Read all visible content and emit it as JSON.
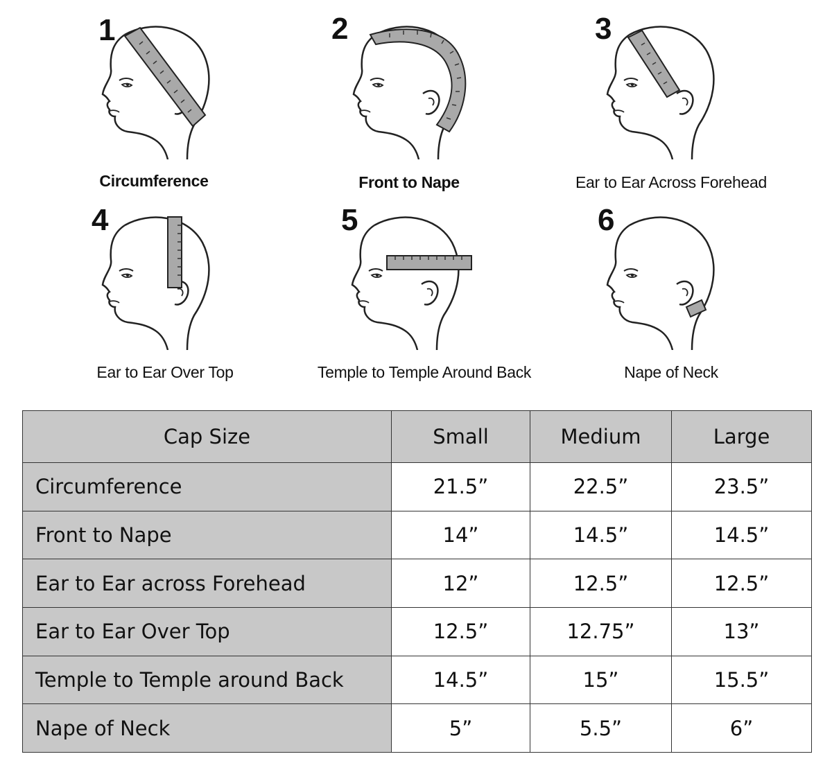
{
  "diagrams": [
    {
      "number": "1",
      "caption": "Circumference"
    },
    {
      "number": "2",
      "caption": "Front to Nape"
    },
    {
      "number": "3",
      "caption": "Ear to Ear Across Forehead"
    },
    {
      "number": "4",
      "caption": "Ear to Ear Over Top"
    },
    {
      "number": "5",
      "caption": "Temple to Temple Around Back"
    },
    {
      "number": "6",
      "caption": "Nape of Neck"
    }
  ],
  "table": {
    "headers": [
      "Cap Size",
      "Small",
      "Medium",
      "Large"
    ],
    "rows": [
      {
        "label": "Circumference",
        "values": [
          "21.5”",
          "22.5”",
          "23.5”"
        ]
      },
      {
        "label": "Front to Nape",
        "values": [
          "14”",
          "14.5”",
          "14.5”"
        ]
      },
      {
        "label": "Ear to Ear across Forehead",
        "values": [
          "12”",
          "12.5”",
          "12.5”"
        ]
      },
      {
        "label": "Ear to Ear Over Top",
        "values": [
          "12.5”",
          "12.75”",
          "13”"
        ]
      },
      {
        "label": "Temple to Temple around Back",
        "values": [
          "14.5”",
          "15”",
          "15.5”"
        ]
      },
      {
        "label": "Nape of Neck",
        "values": [
          "5”",
          "5.5”",
          "6”"
        ]
      }
    ]
  },
  "colors": {
    "tape": "#a9a9a9",
    "header_bg": "#c8c8c8",
    "line": "#222222"
  }
}
